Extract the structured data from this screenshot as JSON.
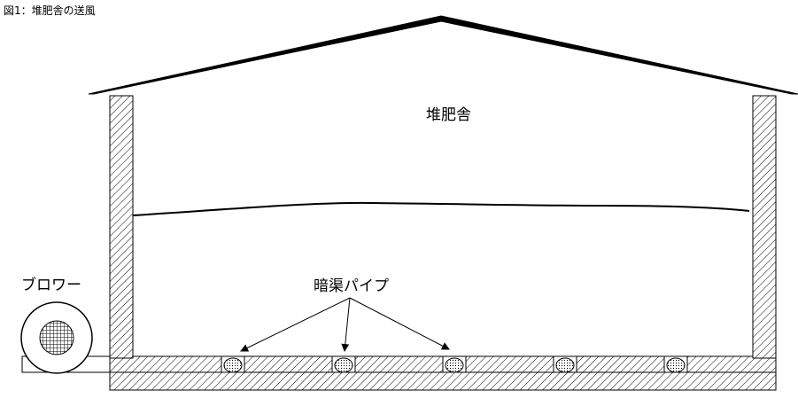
{
  "caption": "図1：堆肥舎の送風",
  "labels": {
    "building": "堆肥舎",
    "blower": "ブロワー",
    "pipes": "暗渠パイプ"
  },
  "colors": {
    "line": "#000000",
    "background": "#ffffff"
  }
}
